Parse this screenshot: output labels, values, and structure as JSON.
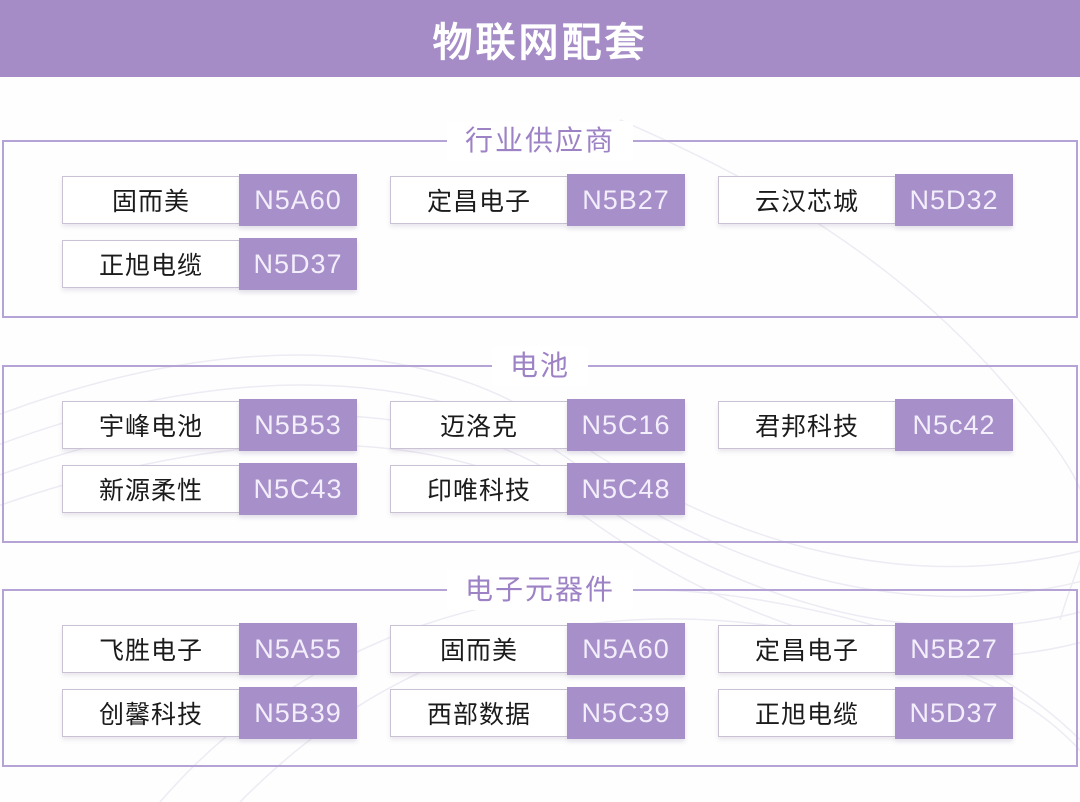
{
  "header": {
    "title": "物联网配套"
  },
  "colors": {
    "header_bg": "#a58cc7",
    "badge_bg": "#a78fc9",
    "section_border": "#b5a3d5",
    "section_title_text": "#9d82c5",
    "badge_text": "#f3eefb",
    "company_text": "#1b1b1b"
  },
  "sections": [
    {
      "title": "行业供应商",
      "items": [
        {
          "name": "固而美",
          "code": "N5A60"
        },
        {
          "name": "定昌电子",
          "code": "N5B27"
        },
        {
          "name": "云汉芯城",
          "code": "N5D32"
        },
        {
          "name": "正旭电缆",
          "code": "N5D37"
        }
      ]
    },
    {
      "title": "电池",
      "items": [
        {
          "name": "宇峰电池",
          "code": "N5B53"
        },
        {
          "name": "迈洛克",
          "code": "N5C16"
        },
        {
          "name": "君邦科技",
          "code": "N5c42"
        },
        {
          "name": "新源柔性",
          "code": "N5C43"
        },
        {
          "name": "印唯科技",
          "code": "N5C48"
        }
      ]
    },
    {
      "title": "电子元器件",
      "items": [
        {
          "name": "飞胜电子",
          "code": "N5A55"
        },
        {
          "name": "固而美",
          "code": "N5A60"
        },
        {
          "name": "定昌电子",
          "code": "N5B27"
        },
        {
          "name": "创馨科技",
          "code": "N5B39"
        },
        {
          "name": "西部数据",
          "code": "N5C39"
        },
        {
          "name": "正旭电缆",
          "code": "N5D37"
        }
      ]
    }
  ]
}
